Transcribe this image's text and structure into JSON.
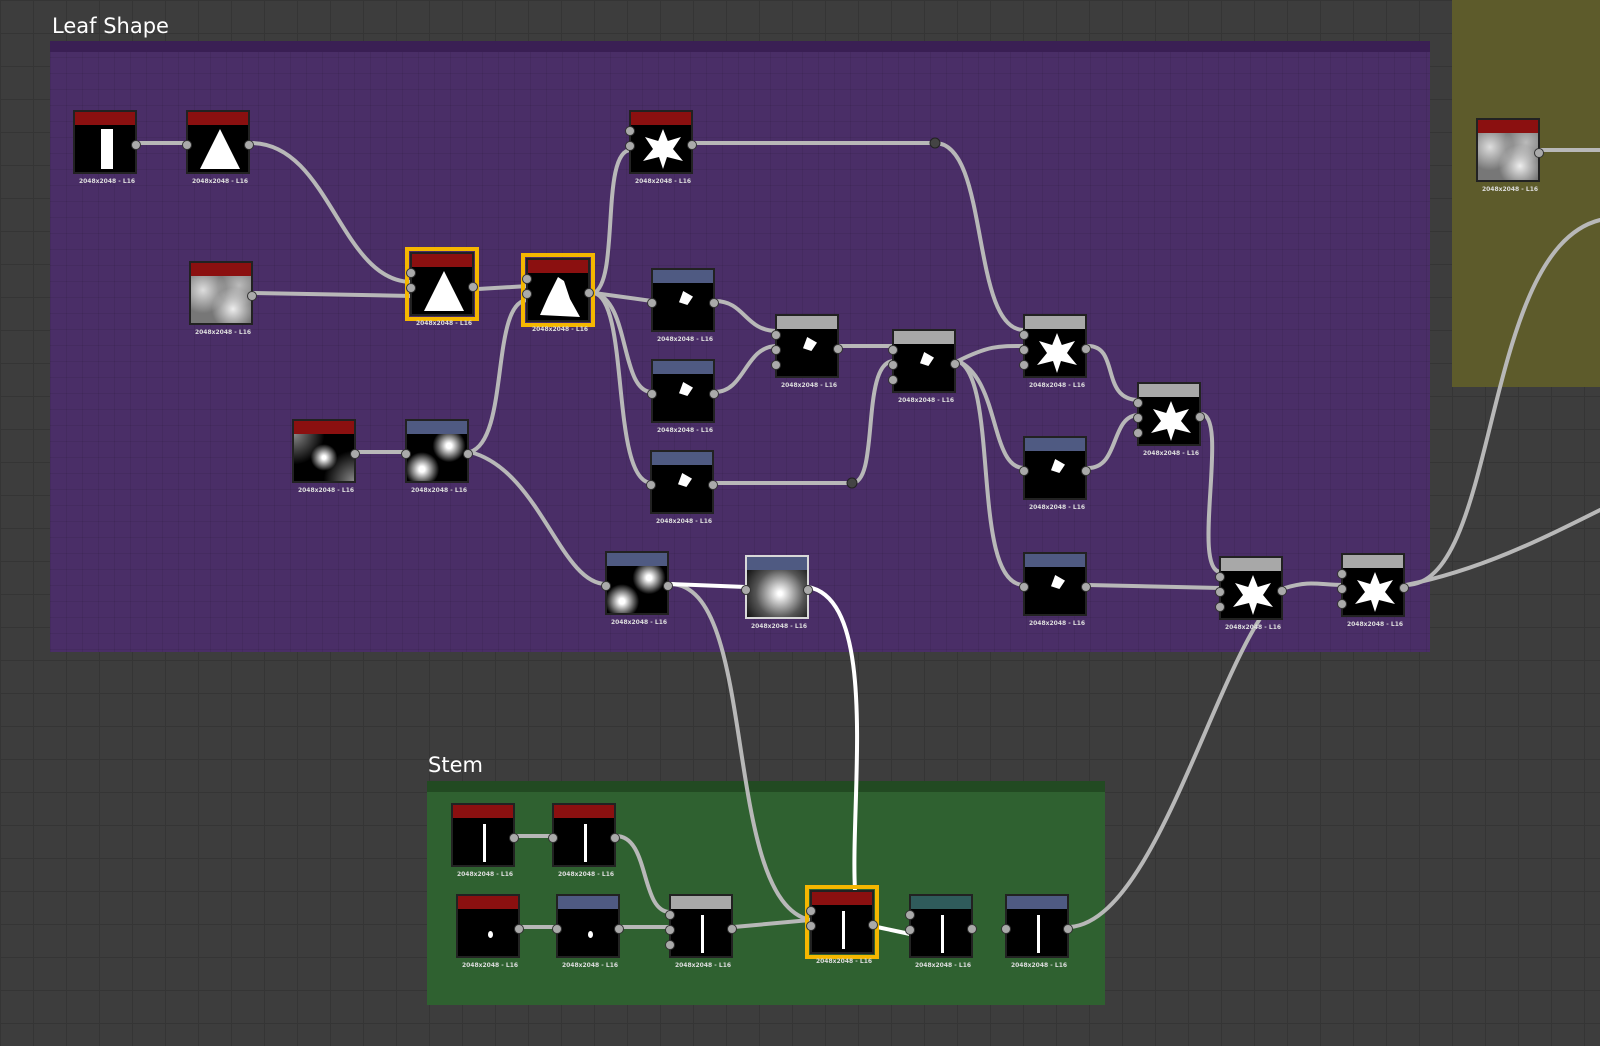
{
  "frames": {
    "leaf_title": "Leaf Shape",
    "stem_title": "Stem"
  },
  "node_label": "2048x2048 - L16",
  "colors": {
    "leaf_frame": "#4a2e67",
    "stem_frame": "#2f6130",
    "olive_frame": "#5d5b2b",
    "selected": "#f5b700",
    "generator_header": "#8b1010",
    "filter_header": "#4f5a82",
    "blend_header": "#a8a8a8",
    "teal_header": "#2f5b5b"
  }
}
